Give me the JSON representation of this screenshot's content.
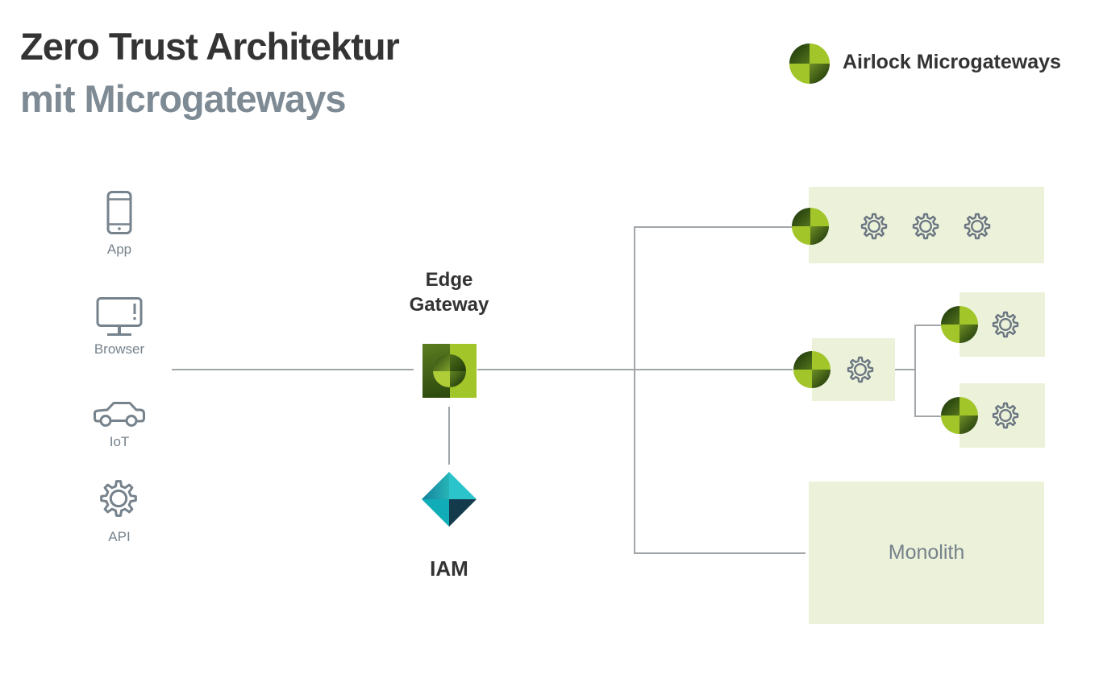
{
  "title": {
    "line1": "Zero Trust Architektur",
    "line2": "mit Microgateways"
  },
  "legend": {
    "label": "Airlock Microgateways",
    "icon": "airlock-microgateway-logo"
  },
  "clients": {
    "items": [
      {
        "label": "App",
        "icon": "smartphone-icon"
      },
      {
        "label": "Browser",
        "icon": "monitor-icon"
      },
      {
        "label": "IoT",
        "icon": "car-icon"
      },
      {
        "label": "API",
        "icon": "gear-icon"
      }
    ]
  },
  "edge_gateway": {
    "line1": "Edge",
    "line2": "Gateway",
    "icon": "airlock-gateway-logo"
  },
  "iam": {
    "label": "IAM",
    "icon": "iam-diamond-icon"
  },
  "backend": {
    "microservices_row": {
      "microgateways": 1,
      "service_gears": 3
    },
    "service_chain": {
      "entry_microgateways": 1,
      "entry_service_gears": 1,
      "branches": 2,
      "gears_per_branch": 1
    },
    "monolith": {
      "label": "Monolith",
      "microgateways": 0
    }
  },
  "colors": {
    "lime_green": "#a2c529",
    "dark_green": "#16300a",
    "box_background": "#ecf2da",
    "teal_bright": "#2bc4ca",
    "teal_dark": "#143b4b",
    "line_gray": "#a2a6a9",
    "icon_gray": "#76828c",
    "title_dark": "#343434",
    "title_gray": "#7e8a94"
  }
}
